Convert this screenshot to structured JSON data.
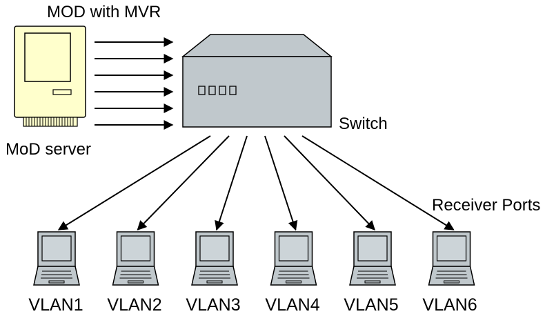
{
  "diagram": {
    "title": "MOD with MVR",
    "server_label": "MoD server",
    "switch_label": "Switch",
    "receiver_label": "Receiver Ports",
    "vlans": [
      "VLAN1",
      "VLAN2",
      "VLAN3",
      "VLAN4",
      "VLAN5",
      "VLAN6"
    ],
    "stream_count": 6,
    "colors": {
      "server_body": "#ffffcc",
      "switch_body": "#c0c8cc",
      "laptop_body": "#c0c8cc",
      "laptop_screen": "#ccd4d8",
      "stroke": "#000000"
    }
  }
}
